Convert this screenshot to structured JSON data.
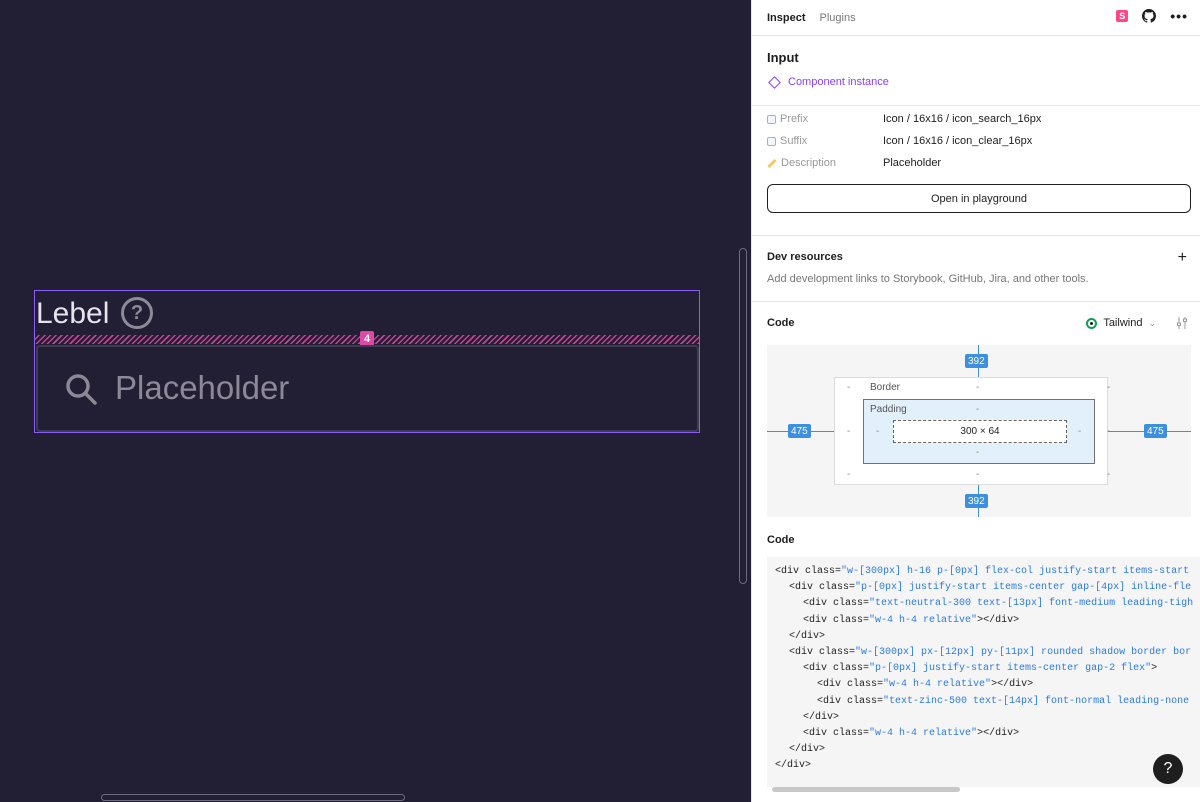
{
  "canvas": {
    "label": "Lebel",
    "help_glyph": "?",
    "gap_value": "4",
    "placeholder": "Placeholder",
    "icons": {
      "search": "search-icon",
      "help": "help-circle-icon"
    },
    "colors": {
      "background": "#221e33",
      "selection": "#8b5cf6",
      "gap": "#e048a6"
    }
  },
  "panel": {
    "tabs": [
      {
        "label": "Inspect"
      },
      {
        "label": "Plugins"
      }
    ],
    "icons": {
      "storybook": "storybook-icon",
      "github": "github-icon",
      "more": "more-icon",
      "storybook_letter": "S",
      "more_glyph": "•••"
    },
    "component": {
      "name": "Input",
      "instance_label": "Component instance"
    },
    "properties": [
      {
        "key": "Prefix",
        "value": "Icon / 16x16 / icon_search_16px"
      },
      {
        "key": "Suffix",
        "value": "Icon / 16x16 / icon_clear_16px"
      },
      {
        "key": "Description",
        "value": "Placeholder"
      }
    ],
    "open_playground": "Open in playground",
    "dev_resources": {
      "title": "Dev resources",
      "add_glyph": "+",
      "description": "Add development links to Storybook, GitHub, Jira, and other tools."
    },
    "code_section": {
      "title": "Code",
      "framework": "Tailwind",
      "framework_caret": "⌄"
    },
    "box_model": {
      "top": "392",
      "bottom": "392",
      "left": "475",
      "right": "475",
      "border_label": "Border",
      "padding_label": "Padding",
      "content": "300 × 64",
      "dash": "-"
    },
    "code_title": "Code",
    "code_lines": [
      {
        "indent": 0,
        "tag": "<div",
        "attr": " class=",
        "val": "\"w-[300px] h-16 p-[0px] flex-col justify-start items-start",
        "end": ""
      },
      {
        "indent": 1,
        "tag": "<div",
        "attr": " class=",
        "val": "\"p-[0px] justify-start items-center gap-[4px] inline-fle",
        "end": ""
      },
      {
        "indent": 2,
        "tag": "<div",
        "attr": " class=",
        "val": "\"text-neutral-300 text-[13px] font-medium leading-tigh",
        "end": ""
      },
      {
        "indent": 2,
        "tag": "<div",
        "attr": " class=",
        "val": "\"w-4 h-4 relative\"",
        "end": "></div>"
      },
      {
        "indent": 1,
        "tag": "</div>",
        "attr": "",
        "val": "",
        "end": ""
      },
      {
        "indent": 1,
        "tag": "<div",
        "attr": " class=",
        "val": "\"w-[300px] px-[12px] py-[11px] rounded shadow border bor",
        "end": ""
      },
      {
        "indent": 2,
        "tag": "<div",
        "attr": " class=",
        "val": "\"p-[0px] justify-start items-center gap-2 flex\"",
        "end": ">"
      },
      {
        "indent": 3,
        "tag": "<div",
        "attr": " class=",
        "val": "\"w-4 h-4 relative\"",
        "end": "></div>"
      },
      {
        "indent": 3,
        "tag": "<div",
        "attr": " class=",
        "val": "\"text-zinc-500 text-[14px] font-normal leading-none",
        "end": ""
      },
      {
        "indent": 2,
        "tag": "</div>",
        "attr": "",
        "val": "",
        "end": ""
      },
      {
        "indent": 2,
        "tag": "<div",
        "attr": " class=",
        "val": "\"w-4 h-4 relative\"",
        "end": "></div>"
      },
      {
        "indent": 1,
        "tag": "</div>",
        "attr": "",
        "val": "",
        "end": ""
      },
      {
        "indent": 0,
        "tag": "</div>",
        "attr": "",
        "val": "",
        "end": ""
      }
    ],
    "help_fab": "?"
  }
}
